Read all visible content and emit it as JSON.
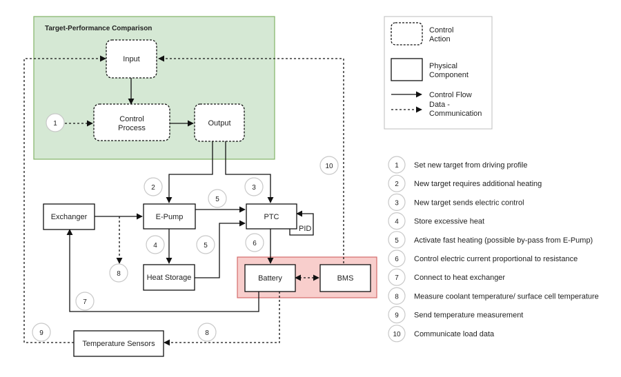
{
  "region_title": "Target-Performance Comparison",
  "nodes": {
    "input": "Input",
    "control_process": [
      "Control",
      "Process"
    ],
    "output": "Output",
    "exchanger": "Exchanger",
    "e_pump": "E-Pump",
    "ptc": "PTC",
    "pid": "PID",
    "heat_storage": "Heat Storage",
    "battery": "Battery",
    "bms": "BMS",
    "temperature_sensors": "Temperature Sensors"
  },
  "badges": {
    "b1": "1",
    "b2": "2",
    "b3": "3",
    "b4": "4",
    "b5a": "5",
    "b5b": "5",
    "b6": "6",
    "b7": "7",
    "b8a": "8",
    "b8b": "8",
    "b9": "9",
    "b10": "10"
  },
  "legend": {
    "control_action": [
      "Control",
      "Action"
    ],
    "physical_component": [
      "Physical",
      "Component"
    ],
    "control_flow": "Control Flow",
    "data_communication": [
      "Data -",
      "Communication"
    ]
  },
  "steps": [
    {
      "num": "1",
      "text": "Set new target from driving profile"
    },
    {
      "num": "2",
      "text": "New target requires additional heating"
    },
    {
      "num": "3",
      "text": "New target sends electric control"
    },
    {
      "num": "4",
      "text": "Store excessive heat"
    },
    {
      "num": "5",
      "text": "Activate fast heating (possible by-pass from E-Pump)"
    },
    {
      "num": "6",
      "text": "Control electric current proportional to resistance"
    },
    {
      "num": "7",
      "text": "Connect to heat exchanger"
    },
    {
      "num": "8",
      "text": "Measure coolant temperature/ surface cell temperature"
    },
    {
      "num": "9",
      "text": "Send temperature measurement"
    },
    {
      "num": "10",
      "text": "Communicate load data"
    }
  ],
  "colors": {
    "green_fill": "#d5e8d4",
    "green_stroke": "#82b366",
    "red_fill": "#f8cecc",
    "red_stroke": "#d46a6a",
    "line": "#111111",
    "badge_stroke": "#c8c8c8"
  }
}
